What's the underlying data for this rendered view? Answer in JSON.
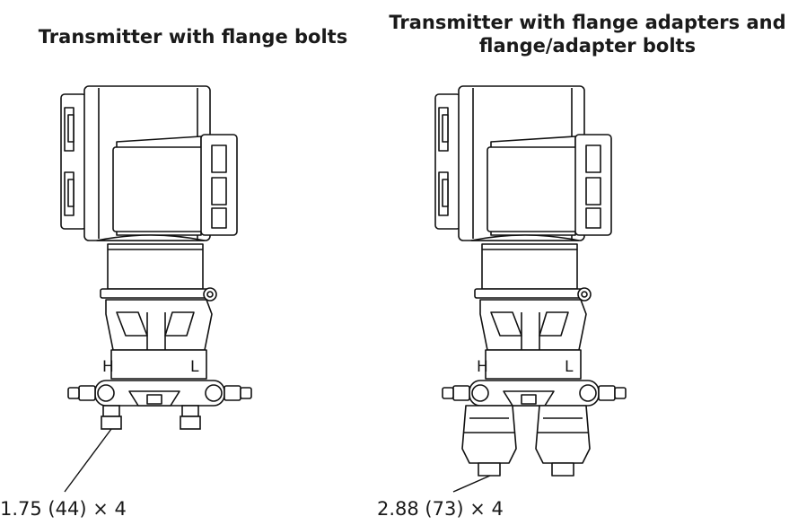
{
  "titles": {
    "left": "Transmitter with flange bolts",
    "right": "Transmitter with flange adapters and flange/adapter bolts"
  },
  "dimensions": {
    "left": "1.75 (44) × 4",
    "right": "2.88 (73) × 4"
  },
  "process_markings": {
    "high": "H",
    "low": "L"
  }
}
